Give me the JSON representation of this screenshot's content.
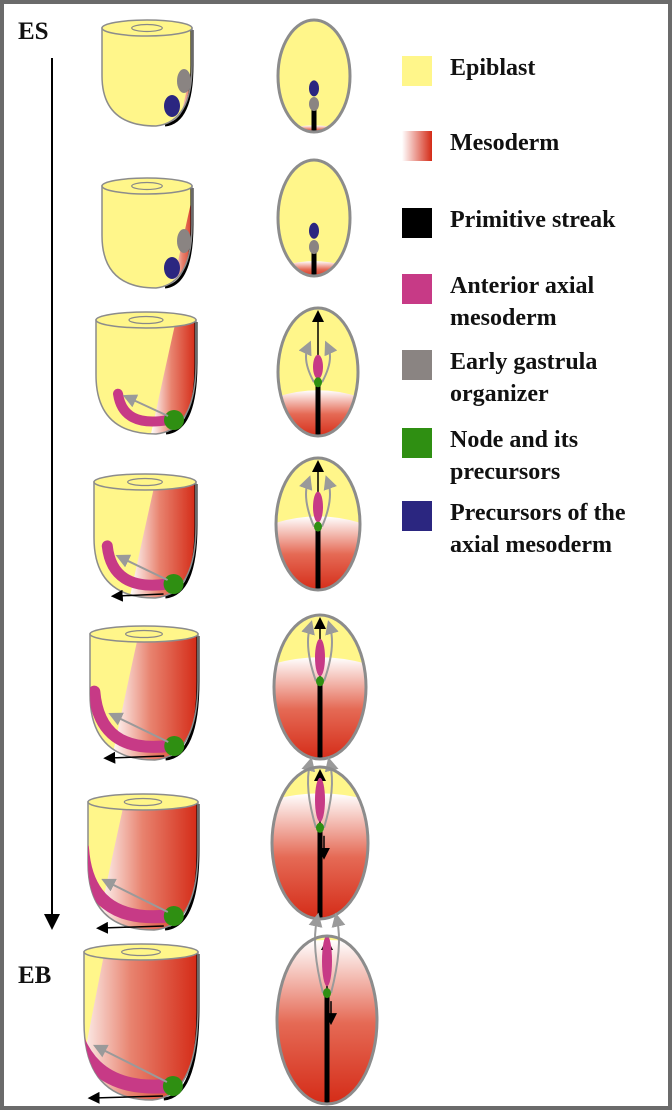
{
  "labels": {
    "start": "ES",
    "end": "EB"
  },
  "legend": [
    {
      "id": "epiblast",
      "text": "Epiblast",
      "color": "#fff68a"
    },
    {
      "id": "mesoderm",
      "text": "Mesoderm",
      "color": "#d93a23"
    },
    {
      "id": "primitive-streak",
      "text": "Primitive streak",
      "color": "#000000"
    },
    {
      "id": "anterior-axial-mesoderm",
      "text": "Anterior axial mesoderm",
      "color": "#c73a86"
    },
    {
      "id": "early-gastrula-organizer",
      "text": "Early gastrula organizer",
      "color": "#8a8482"
    },
    {
      "id": "node",
      "text": "Node and its precursors",
      "color": "#2f8f12"
    },
    {
      "id": "axial-precursors",
      "text": "Precursors of the axial mesoderm",
      "color": "#2b2680"
    }
  ],
  "colors": {
    "epiblast": "#fff68a",
    "mesoderm": "#d93a23",
    "streak": "#000000",
    "anterior_axial": "#c73a86",
    "organizer": "#8a8482",
    "node": "#2f8f12",
    "precursors": "#2b2680",
    "outline": "#8c8c8c",
    "frame": "#6b6b6b"
  },
  "stages": [
    {
      "id": 1,
      "mesoderm_extent": 0.05
    },
    {
      "id": 2,
      "mesoderm_extent": 0.12
    },
    {
      "id": 3,
      "mesoderm_extent": 0.35
    },
    {
      "id": 4,
      "mesoderm_extent": 0.55
    },
    {
      "id": 5,
      "mesoderm_extent": 0.7
    },
    {
      "id": 6,
      "mesoderm_extent": 0.82
    },
    {
      "id": 7,
      "mesoderm_extent": 0.97
    }
  ]
}
